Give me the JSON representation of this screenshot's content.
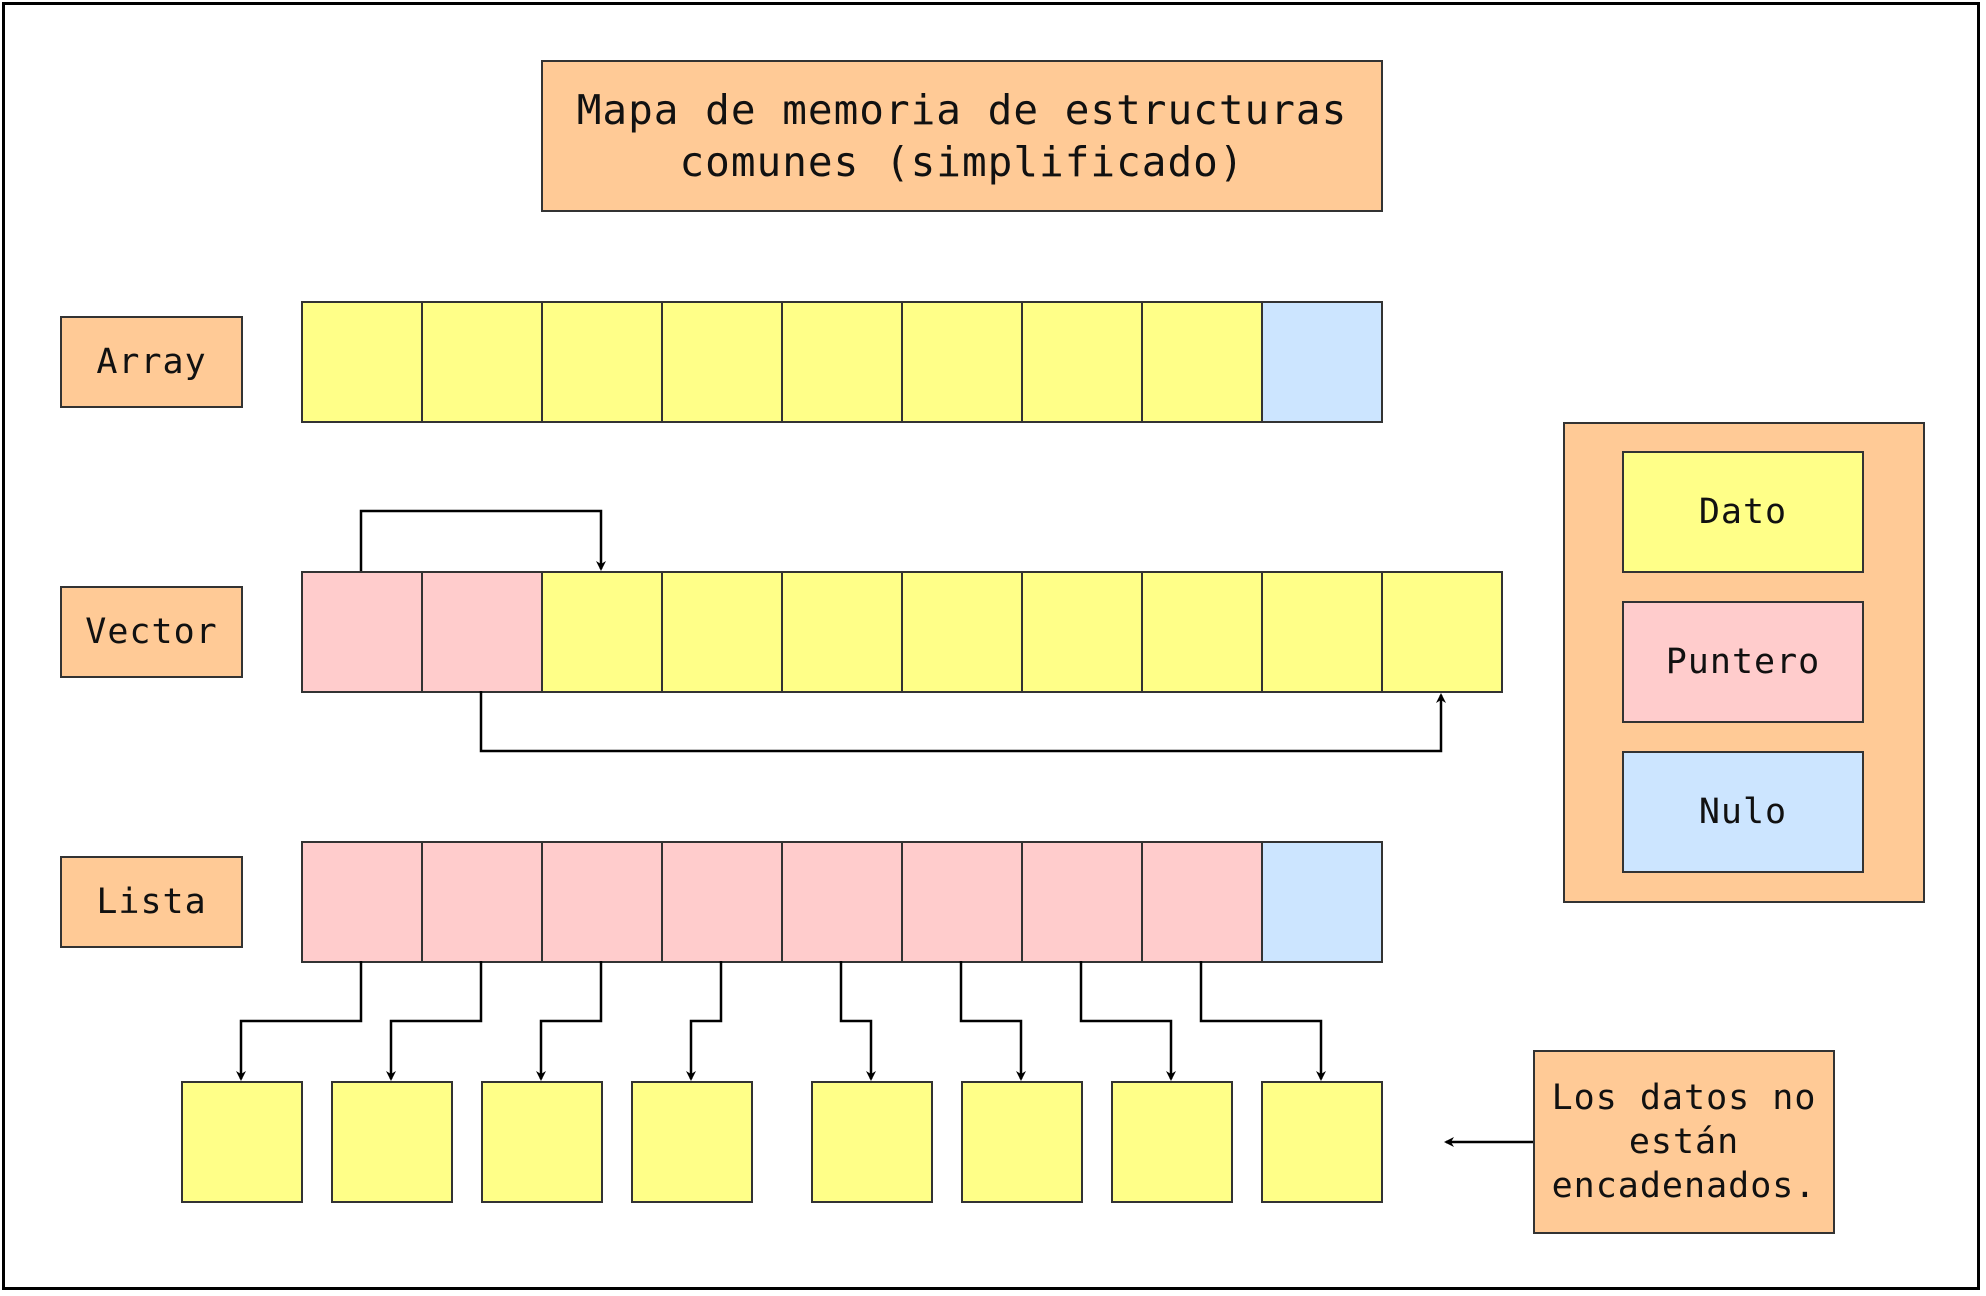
{
  "title": "Mapa de memoria de estructuras comunes (simplificado)",
  "rows": {
    "array": {
      "label": "Array",
      "cells": [
        "dato",
        "dato",
        "dato",
        "dato",
        "dato",
        "dato",
        "dato",
        "dato",
        "nulo"
      ]
    },
    "vector": {
      "label": "Vector",
      "cells": [
        "puntero",
        "puntero",
        "dato",
        "dato",
        "dato",
        "dato",
        "dato",
        "dato",
        "dato",
        "dato"
      ]
    },
    "lista": {
      "label": "Lista",
      "cells": [
        "puntero",
        "puntero",
        "puntero",
        "puntero",
        "puntero",
        "puntero",
        "puntero",
        "puntero",
        "nulo"
      ]
    }
  },
  "scattered_data_blocks": 8,
  "legend": {
    "items": [
      {
        "kind": "dato",
        "label": "Dato"
      },
      {
        "kind": "puntero",
        "label": "Puntero"
      },
      {
        "kind": "nulo",
        "label": "Nulo"
      }
    ]
  },
  "note": {
    "text": "Los datos no están encadenados."
  },
  "colors": {
    "label_fill": "#ffca96",
    "dato": "#ffff88",
    "puntero": "#ffcccc",
    "nulo": "#cce5ff",
    "stroke": "#333333"
  }
}
